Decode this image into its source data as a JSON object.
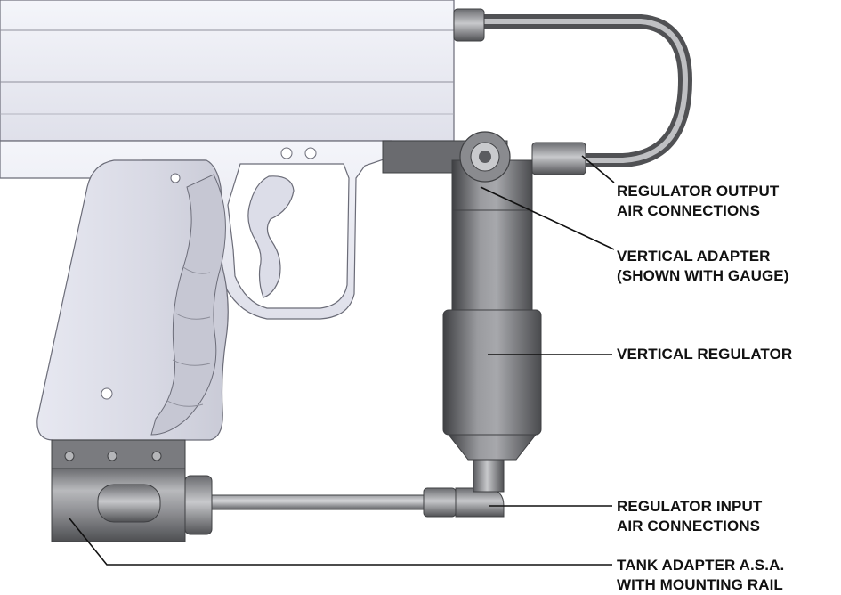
{
  "colors": {
    "body_fill": "#e9eaf3",
    "body_stroke": "#6b6c78",
    "metal_dark": "#5b5c60",
    "metal_mid": "#8a8b8f",
    "metal_light": "#c9cacd",
    "leader_line": "#111111",
    "label_text": "#111111"
  },
  "labels": [
    {
      "id": "regulator-output",
      "lines": [
        "REGULATOR OUTPUT",
        "AIR CONNECTIONS"
      ]
    },
    {
      "id": "vertical-adapter",
      "lines": [
        "VERTICAL ADAPTER",
        "(SHOWN WITH GAUGE)"
      ]
    },
    {
      "id": "vertical-regulator",
      "lines": [
        "VERTICAL REGULATOR"
      ]
    },
    {
      "id": "regulator-input",
      "lines": [
        "REGULATOR INPUT",
        "AIR CONNECTIONS"
      ]
    },
    {
      "id": "tank-adapter",
      "lines": [
        "TANK ADAPTER A.S.A.",
        "WITH MOUNTING RAIL"
      ]
    }
  ]
}
